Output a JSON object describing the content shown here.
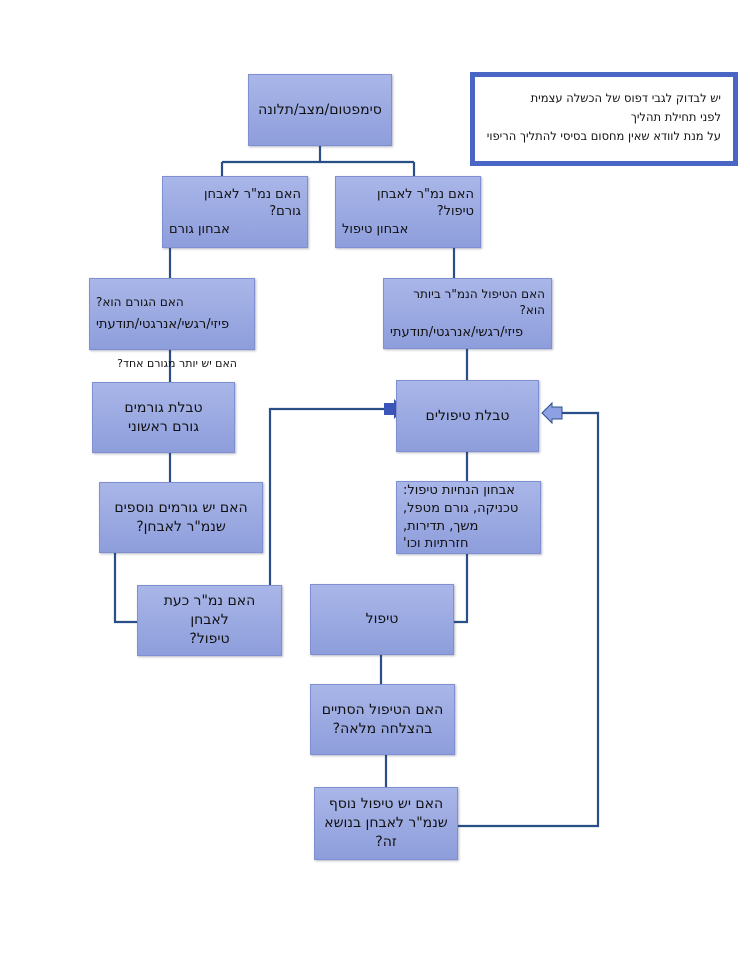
{
  "note": {
    "lines": [
      "יש לבדוק לגבי דפוס של הכשלה עצמית",
      "לפני תחילת תהליך",
      "על מנת לוודא שאין מחסום בסיסי להתליך הריפוי"
    ]
  },
  "nodes": {
    "symptom": {
      "lines": [
        "סימפטום/מצב/תלונה"
      ]
    },
    "diagnose_cause": {
      "lines": [
        "האם נמ\"ר לאבחן גורם?",
        "אבחון גורם"
      ]
    },
    "diagnose_treatment": {
      "lines": [
        "האם נמ\"ר לאבחן טיפול?",
        "אבחון טיפול"
      ]
    },
    "cause_type": {
      "lines": [
        "האם הגורם  הוא?",
        "פיזי/רגשי/אנרגטי/תודעתי"
      ]
    },
    "treatment_type": {
      "lines": [
        "האם הטיפול הנמ\"ר ביותר הוא?",
        "פיזי/רגשי/אנרגטי/תודעתי"
      ]
    },
    "causes_table": {
      "lines": [
        "טבלת גורמים",
        "גורם ראשוני"
      ]
    },
    "treatments_table": {
      "lines": [
        "טבלת טיפולים"
      ]
    },
    "more_causes": {
      "lines": [
        "האם יש גורמים נוספים",
        "שנמ\"ר לאבחן?"
      ]
    },
    "treatment_instructions": {
      "lines": [
        "אבחון הנחיות טיפול:",
        "טכניקה, גורם מטפל,",
        "משך, תדירות,",
        "חזרתיות וכו'"
      ]
    },
    "now_treatment": {
      "lines": [
        "האם נמ\"ר כעת לאבחן",
        "טיפול?"
      ]
    },
    "treatment": {
      "lines": [
        "טיפול"
      ]
    },
    "completed": {
      "lines": [
        "האם הטיפול הסתיים",
        "בהצלחה מלאה?"
      ]
    },
    "additional_treatment": {
      "lines": [
        "האם יש טיפול נוסף",
        "שנמ\"ר לאבחן בנושא",
        "זה?"
      ]
    }
  },
  "labels": {
    "more_than_one_cause": "האם יש יותר מגורם אחד?"
  },
  "colors": {
    "box_fill": "#9aa8e2",
    "connector": "#2a4f88",
    "note_border": "#4a66c4",
    "arrow_left": "#3b55b8",
    "arrow_right": "#8da0e3"
  }
}
